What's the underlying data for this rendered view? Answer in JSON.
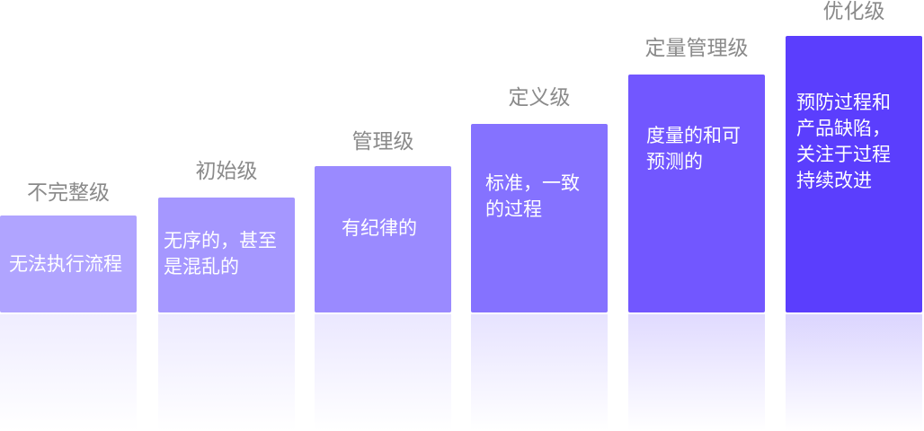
{
  "levels": [
    {
      "title": "不完整级",
      "desc": "无法执行流程",
      "color": "#b0a4ff"
    },
    {
      "title": "初始级",
      "desc": "无序的，甚至是混乱的",
      "color": "#a597ff"
    },
    {
      "title": "管理级",
      "desc": "有纪律的",
      "color": "#9a8aff"
    },
    {
      "title": "定义级",
      "desc": "标准，一致的过程",
      "color": "#8572ff"
    },
    {
      "title": "定量管理级",
      "desc": "度量的和可预测的",
      "color": "#7257ff"
    },
    {
      "title": "优化级",
      "desc": "预防过程和产品缺陷，关注于过程持续改进",
      "color": "#5b3efd"
    }
  ]
}
